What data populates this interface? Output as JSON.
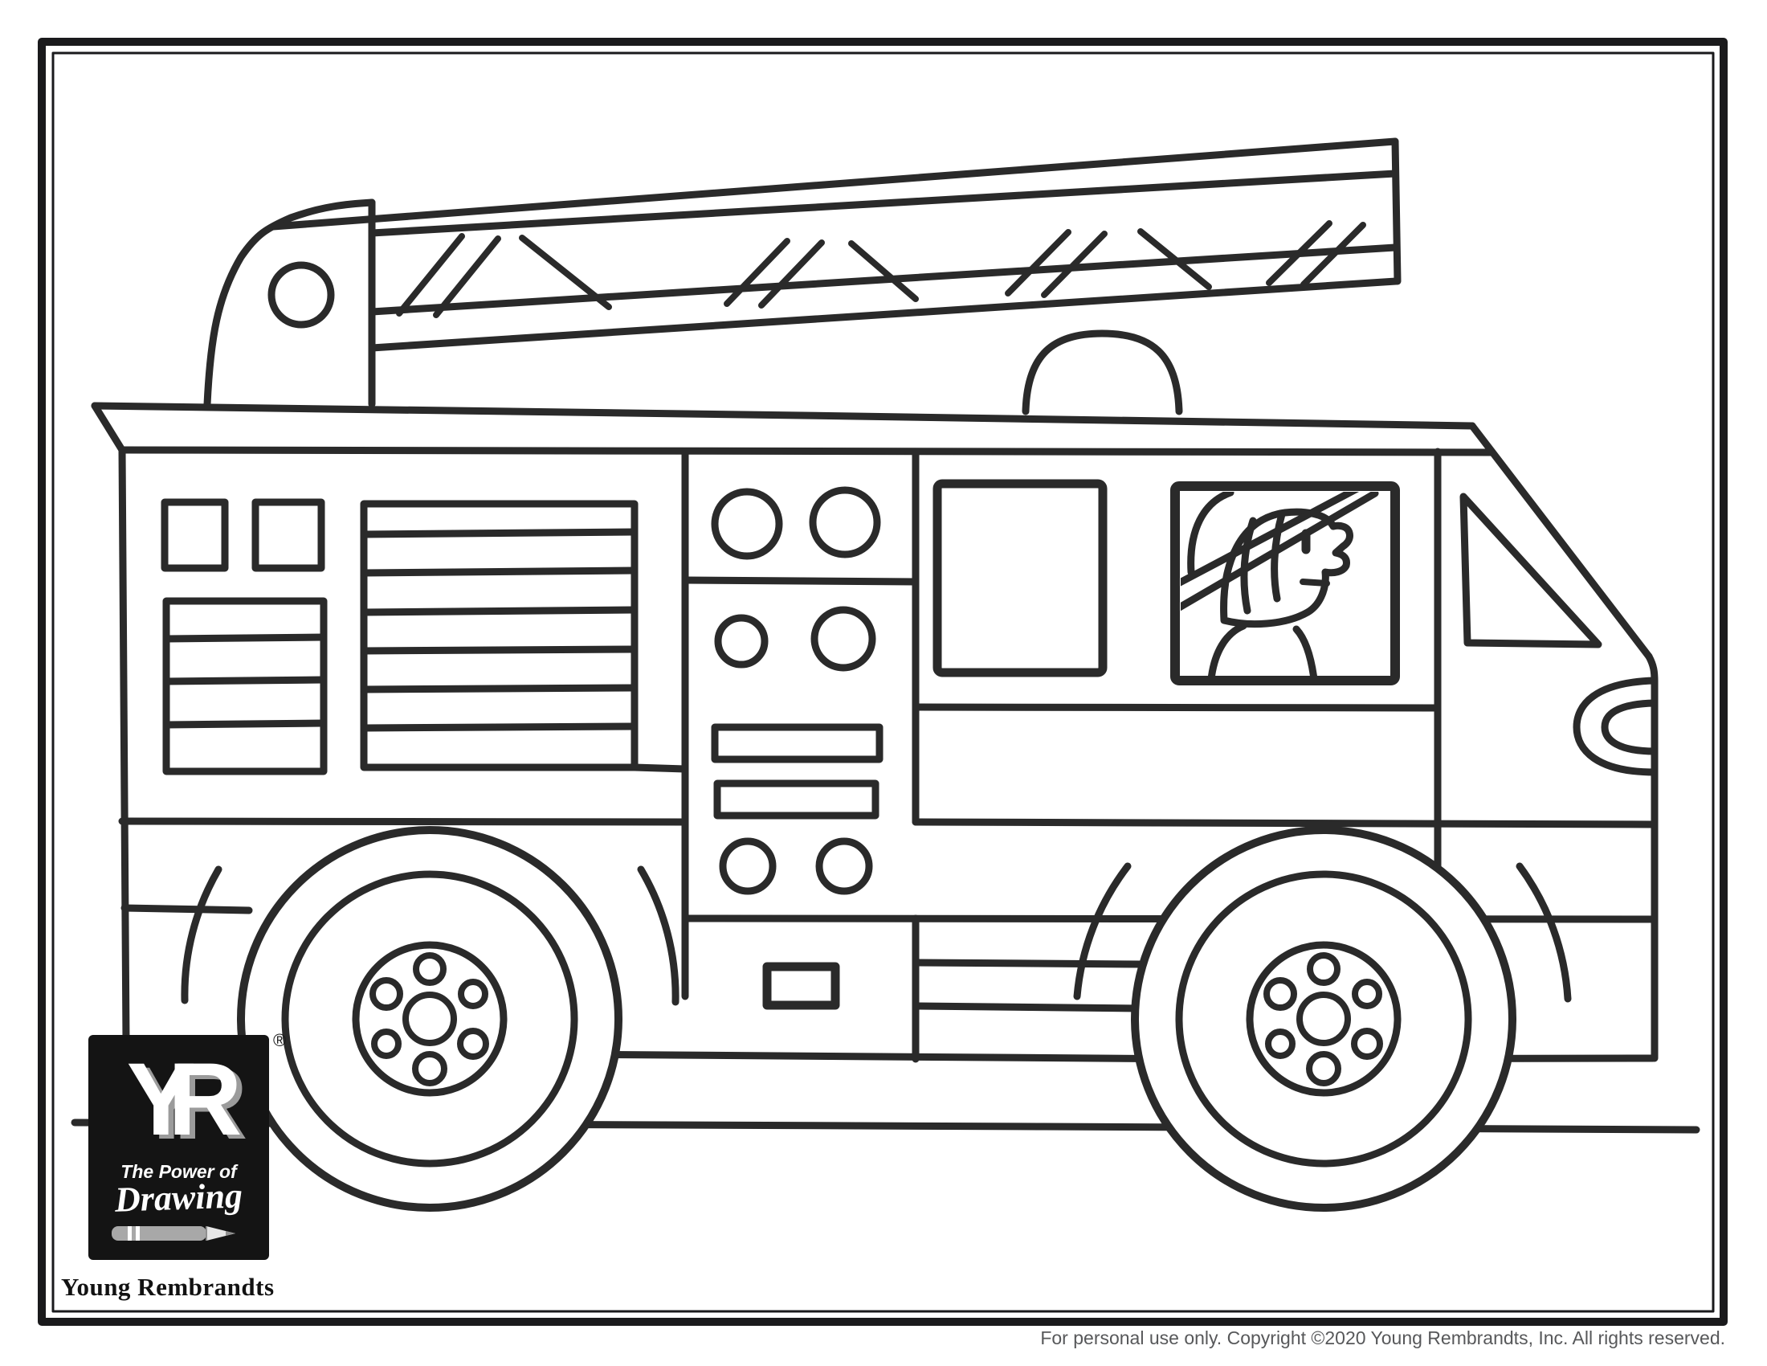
{
  "page": {
    "background": "#ffffff",
    "ink_color": "#2a2a2a",
    "frame_color": "#1a1a1c"
  },
  "branding": {
    "logo_monogram": "YR",
    "registered_mark": "®",
    "logo_tagline_line1": "The Power of",
    "logo_tagline_line2": "Drawing",
    "logo_background": "#141414",
    "logo_text_color": "#ffffff",
    "logo_shadow_color": "#9b9b9b",
    "brand_name": "Young Rembrandts"
  },
  "footer": {
    "copyright_text": "For personal use only. Copyright ©2020 Young Rembrandts, Inc. All rights reserved.",
    "copyright_color": "#57585a"
  },
  "figure": {
    "title": "Fire truck coloring page: side view of a fire engine with roof extension ladder, emergency light, firefighter driver, compartment panels and two wheels",
    "parts": [
      "extension-ladder",
      "ladder-base-mount",
      "emergency-light",
      "storage-squares",
      "louver-vent-panel",
      "striped-compartment",
      "control-panel-circles",
      "equipment-door",
      "driver-window",
      "firefighter-driver",
      "windshield",
      "headlight",
      "front-bumper",
      "step-handle",
      "rear-wheel",
      "front-wheel",
      "ground-line"
    ]
  }
}
